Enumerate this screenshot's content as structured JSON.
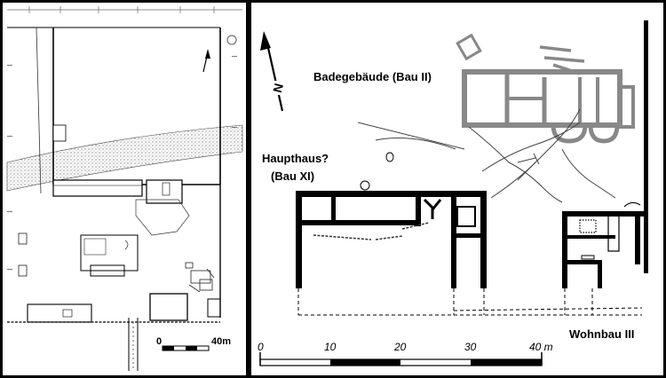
{
  "left_plan": {
    "scale": {
      "zero": "0",
      "end": "40m"
    }
  },
  "right_plan": {
    "labels": {
      "bath": "Badegebäude (Bau II)",
      "main_line1": "Haupthaus?",
      "main_line2": "(Bau XI)",
      "dwelling": "Wohnbau III"
    },
    "north_label": "N",
    "scale_ticks": [
      "0",
      "10",
      "20",
      "30",
      "40 m"
    ]
  }
}
